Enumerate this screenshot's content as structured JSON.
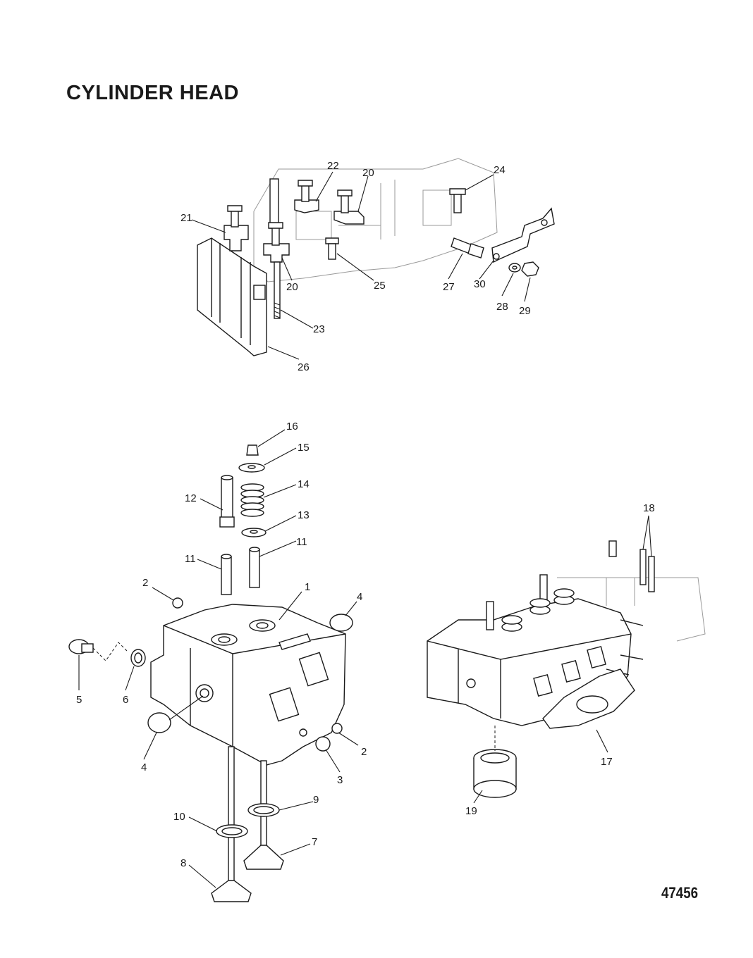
{
  "page": {
    "title": "CYLINDER HEAD",
    "document_number": "47456"
  },
  "callouts": [
    {
      "id": "c1",
      "label": "1"
    },
    {
      "id": "c2a",
      "label": "2"
    },
    {
      "id": "c2b",
      "label": "2"
    },
    {
      "id": "c3",
      "label": "3"
    },
    {
      "id": "c4a",
      "label": "4"
    },
    {
      "id": "c4b",
      "label": "4"
    },
    {
      "id": "c5",
      "label": "5"
    },
    {
      "id": "c6",
      "label": "6"
    },
    {
      "id": "c7",
      "label": "7"
    },
    {
      "id": "c8",
      "label": "8"
    },
    {
      "id": "c9",
      "label": "9"
    },
    {
      "id": "c10",
      "label": "10"
    },
    {
      "id": "c11a",
      "label": "11"
    },
    {
      "id": "c11b",
      "label": "11"
    },
    {
      "id": "c12",
      "label": "12"
    },
    {
      "id": "c13",
      "label": "13"
    },
    {
      "id": "c14",
      "label": "14"
    },
    {
      "id": "c15",
      "label": "15"
    },
    {
      "id": "c16",
      "label": "16"
    },
    {
      "id": "c17",
      "label": "17"
    },
    {
      "id": "c18",
      "label": "18"
    },
    {
      "id": "c19",
      "label": "19"
    },
    {
      "id": "c20a",
      "label": "20"
    },
    {
      "id": "c20b",
      "label": "20"
    },
    {
      "id": "c21",
      "label": "21"
    },
    {
      "id": "c22",
      "label": "22"
    },
    {
      "id": "c23",
      "label": "23"
    },
    {
      "id": "c24",
      "label": "24"
    },
    {
      "id": "c25",
      "label": "25"
    },
    {
      "id": "c26",
      "label": "26"
    },
    {
      "id": "c27",
      "label": "27"
    },
    {
      "id": "c28",
      "label": "28"
    },
    {
      "id": "c29",
      "label": "29"
    },
    {
      "id": "c30",
      "label": "30"
    }
  ]
}
